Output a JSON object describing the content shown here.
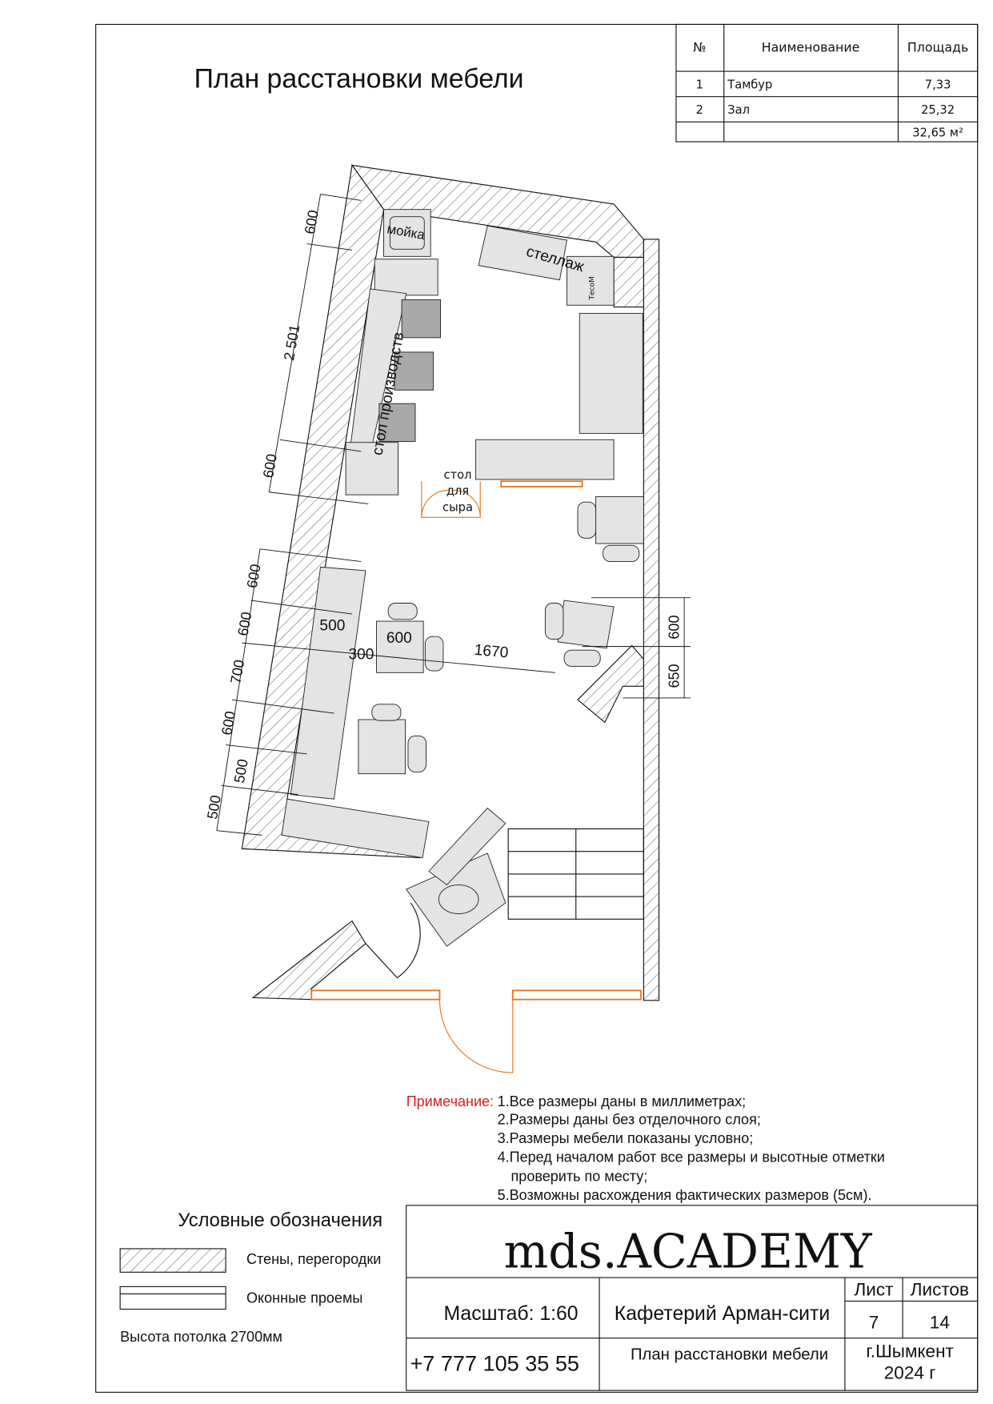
{
  "title": "План расстановки мебели",
  "rooms_table": {
    "headers": [
      "№",
      "Наименование",
      "Площадь"
    ],
    "rows": [
      {
        "num": "1",
        "name": "Тамбур",
        "area": "7,33"
      },
      {
        "num": "2",
        "name": "Зал",
        "area": "25,32"
      }
    ],
    "total": "32,65 м²"
  },
  "plan": {
    "labels": {
      "sink": "мойка",
      "shelf": "стеллаж",
      "prod_table": "стол производств",
      "cheese_table": [
        "стол",
        "для",
        "сыра"
      ],
      "brand_mark": "ТесоМ"
    },
    "dimensions": [
      "600",
      "2 501",
      "600",
      "600",
      "600",
      "700",
      "600",
      "500",
      "500",
      "500",
      "300",
      "600",
      "1670",
      "600",
      "650"
    ]
  },
  "notes": {
    "heading": "Примечание:",
    "heading_color": "#d42020",
    "items": [
      "1.Все размеры даны в миллиметрах;",
      "2.Размеры даны без отделочного слоя;",
      "3.Размеры мебели показаны условно;",
      "4.Перед началом работ все размеры и высотные отметки",
      "проверить по месту;",
      "5.Возможны расхождения фактических размеров (5см)."
    ]
  },
  "legend": {
    "title": "Условные обозначения",
    "walls": "Стены, перегородки",
    "windows": "Оконные проемы",
    "ceiling": "Высота потолка 2700мм"
  },
  "title_block": {
    "logo": "mds.ACADEMY",
    "scale": "Масштаб: 1:60",
    "project": "Кафетерий Арман-сити",
    "sheet_label": "Лист",
    "sheets_label": "Листов",
    "sheet": "7",
    "sheets": "14",
    "phone": "+7 777 105 35 55",
    "drawing": "План расстановки мебели",
    "city": "г.Шымкент",
    "year": "2024 г"
  }
}
